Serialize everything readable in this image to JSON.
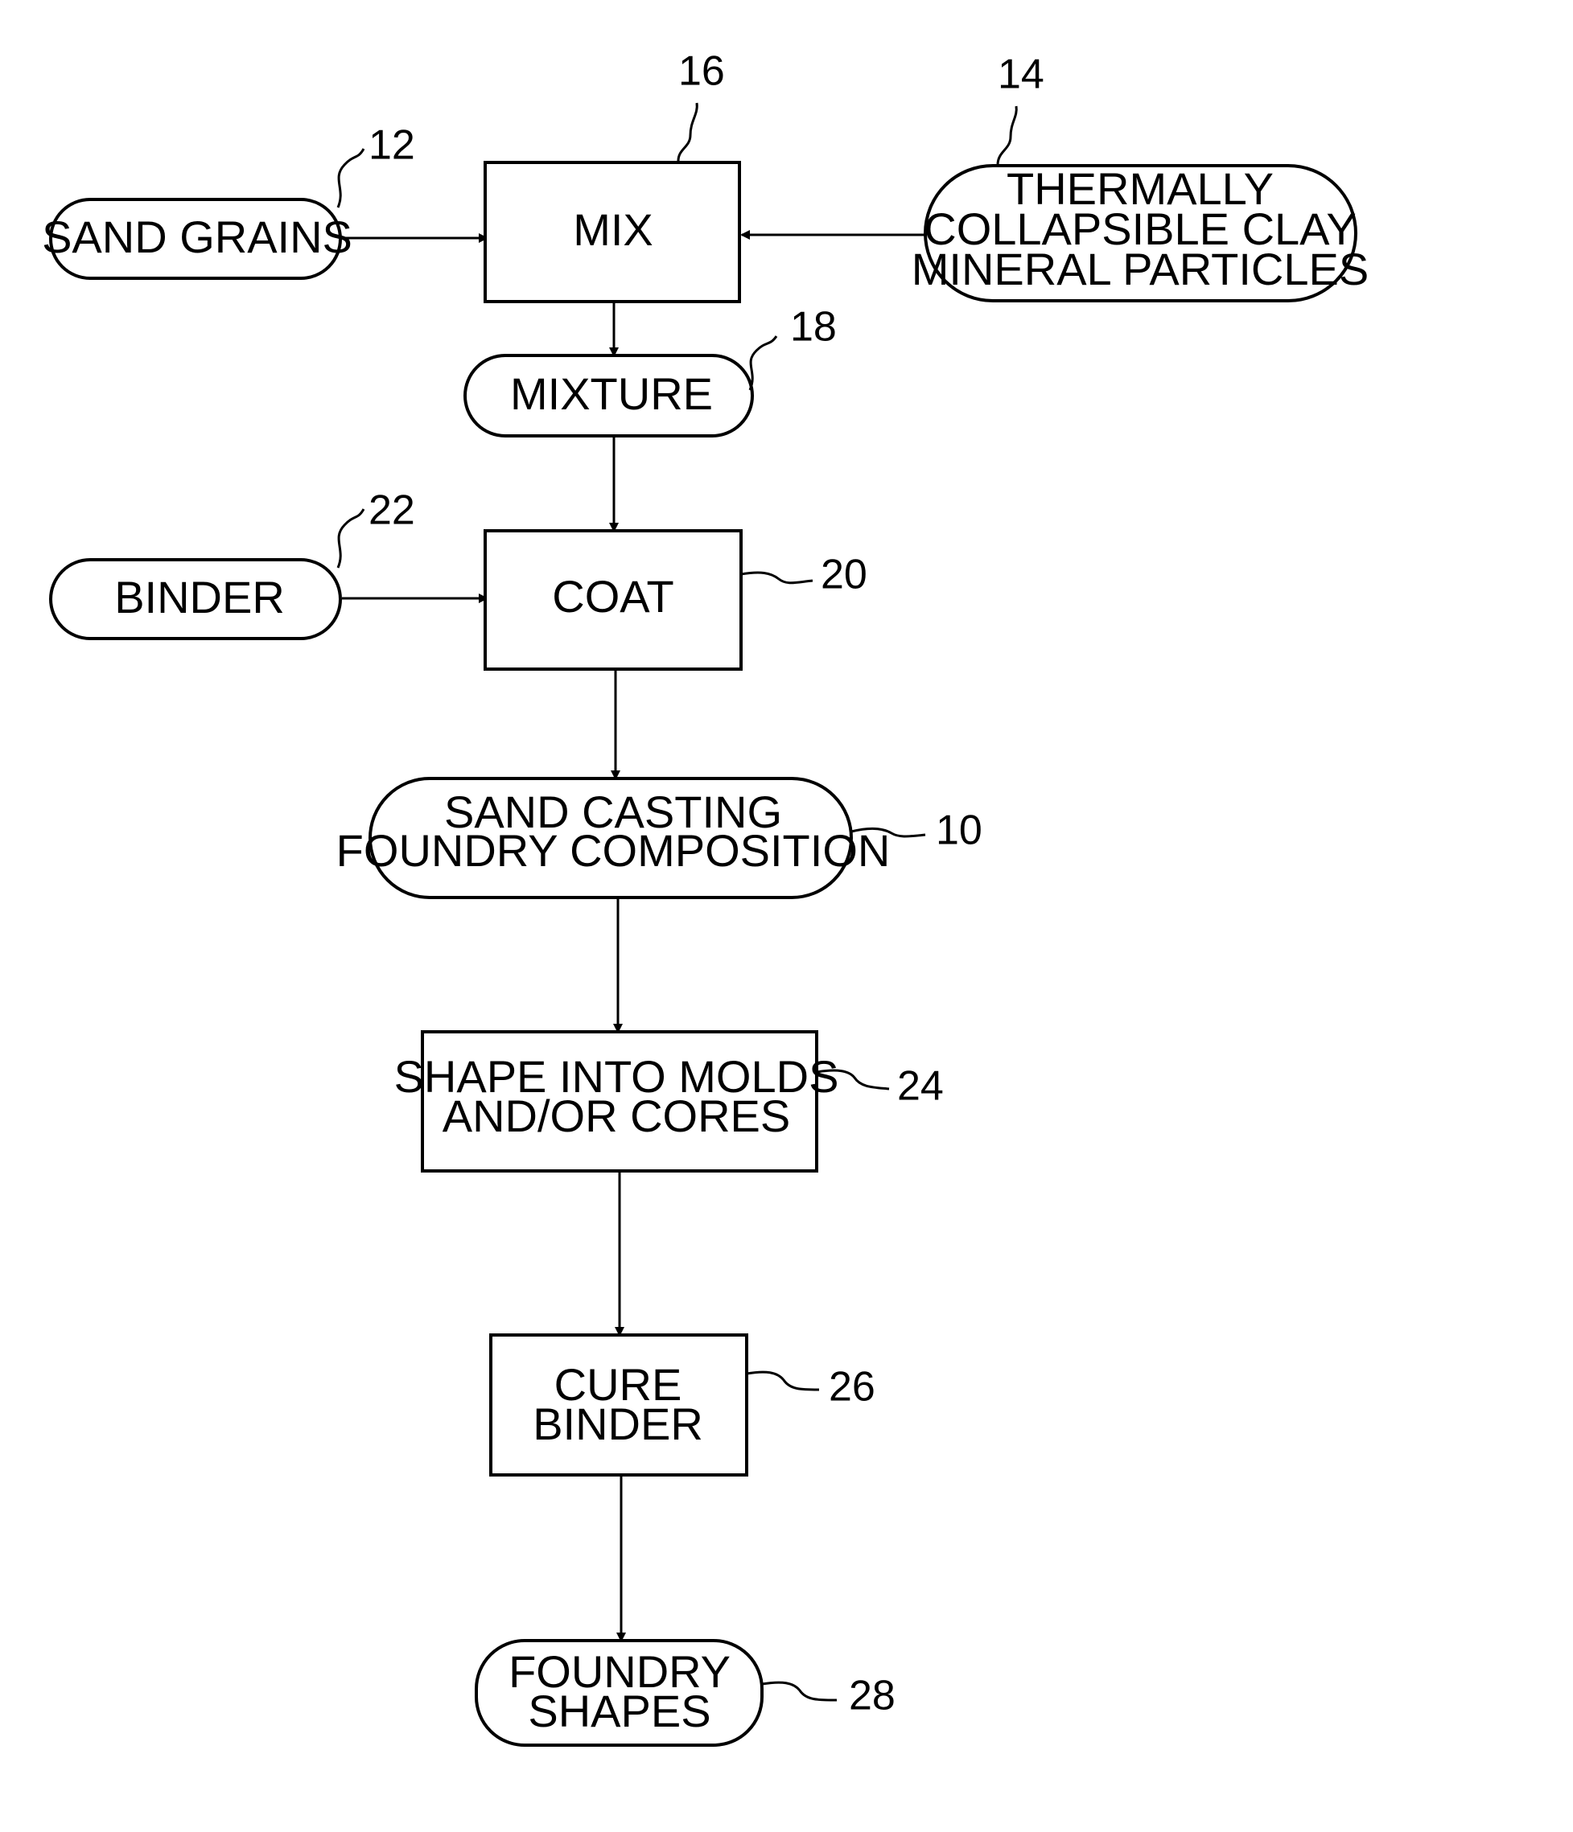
{
  "nodes": {
    "sand_grains": {
      "text": "SAND GRAINS",
      "ref": "12"
    },
    "clay": {
      "lines": [
        "THERMALLY",
        "COLLAPSIBLE CLAY",
        "MINERAL PARTICLES"
      ],
      "ref": "14"
    },
    "mix": {
      "text": "MIX",
      "ref": "16"
    },
    "mixture": {
      "text": "MIXTURE",
      "ref": "18"
    },
    "binder": {
      "text": "BINDER",
      "ref": "22"
    },
    "coat": {
      "text": "COAT",
      "ref": "20"
    },
    "composition": {
      "lines": [
        "SAND CASTING",
        "FOUNDRY COMPOSITION"
      ],
      "ref": "10"
    },
    "shape": {
      "lines": [
        "SHAPE INTO MOLDS",
        "AND/OR CORES"
      ],
      "ref": "24"
    },
    "cure": {
      "lines": [
        "CURE",
        "BINDER"
      ],
      "ref": "26"
    },
    "foundry_shapes": {
      "lines": [
        "FOUNDRY",
        "SHAPES"
      ],
      "ref": "28"
    }
  }
}
